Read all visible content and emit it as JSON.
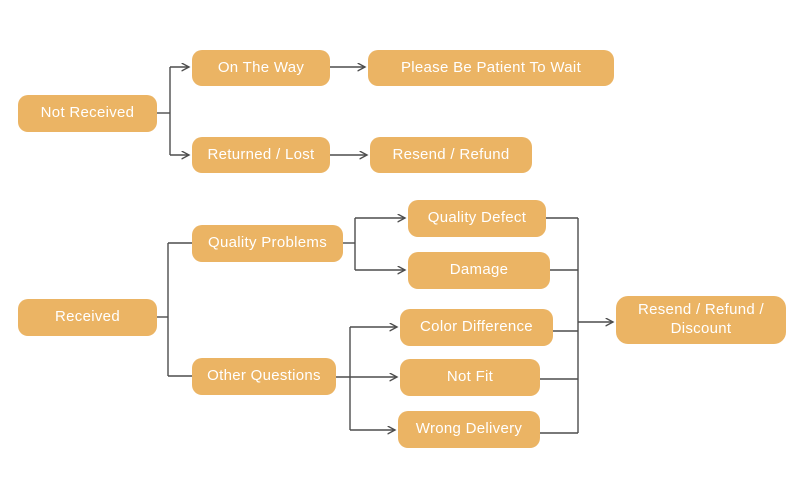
{
  "diagram": {
    "colors": {
      "box_fill": "#EBB464",
      "box_text": "#FFFFFF",
      "line": "#4D4D4D",
      "background": "#FFFFFF"
    },
    "nodes": {
      "not_received": {
        "label": "Not Received"
      },
      "on_the_way": {
        "label": "On The Way"
      },
      "please_wait": {
        "label": "Please Be Patient To Wait"
      },
      "returned_lost": {
        "label": "Returned / Lost"
      },
      "resend_refund": {
        "label": "Resend / Refund"
      },
      "received": {
        "label": "Received"
      },
      "quality_problems": {
        "label": "Quality Problems"
      },
      "quality_defect": {
        "label": "Quality Defect"
      },
      "damage": {
        "label": "Damage"
      },
      "other_questions": {
        "label": "Other Questions"
      },
      "color_difference": {
        "label": "Color Difference"
      },
      "not_fit": {
        "label": "Not Fit"
      },
      "wrong_delivery": {
        "label": "Wrong Delivery"
      },
      "resend_refund_discount": {
        "label": "Resend / Refund / Discount"
      }
    },
    "edges": [
      {
        "from": "not_received",
        "to": "on_the_way",
        "arrowhead": true
      },
      {
        "from": "not_received",
        "to": "returned_lost",
        "arrowhead": true
      },
      {
        "from": "on_the_way",
        "to": "please_wait",
        "arrowhead": true
      },
      {
        "from": "returned_lost",
        "to": "resend_refund",
        "arrowhead": true
      },
      {
        "from": "received",
        "to": "quality_problems",
        "arrowhead": false
      },
      {
        "from": "received",
        "to": "other_questions",
        "arrowhead": false
      },
      {
        "from": "quality_problems",
        "to": "quality_defect",
        "arrowhead": true
      },
      {
        "from": "quality_problems",
        "to": "damage",
        "arrowhead": true
      },
      {
        "from": "other_questions",
        "to": "color_difference",
        "arrowhead": true
      },
      {
        "from": "other_questions",
        "to": "not_fit",
        "arrowhead": true
      },
      {
        "from": "other_questions",
        "to": "wrong_delivery",
        "arrowhead": true
      },
      {
        "from": "quality_defect",
        "to": "resend_refund_discount",
        "arrowhead": true
      },
      {
        "from": "damage",
        "to": "resend_refund_discount",
        "arrowhead": true
      },
      {
        "from": "color_difference",
        "to": "resend_refund_discount",
        "arrowhead": true
      },
      {
        "from": "not_fit",
        "to": "resend_refund_discount",
        "arrowhead": true
      },
      {
        "from": "wrong_delivery",
        "to": "resend_refund_discount",
        "arrowhead": true
      }
    ]
  }
}
